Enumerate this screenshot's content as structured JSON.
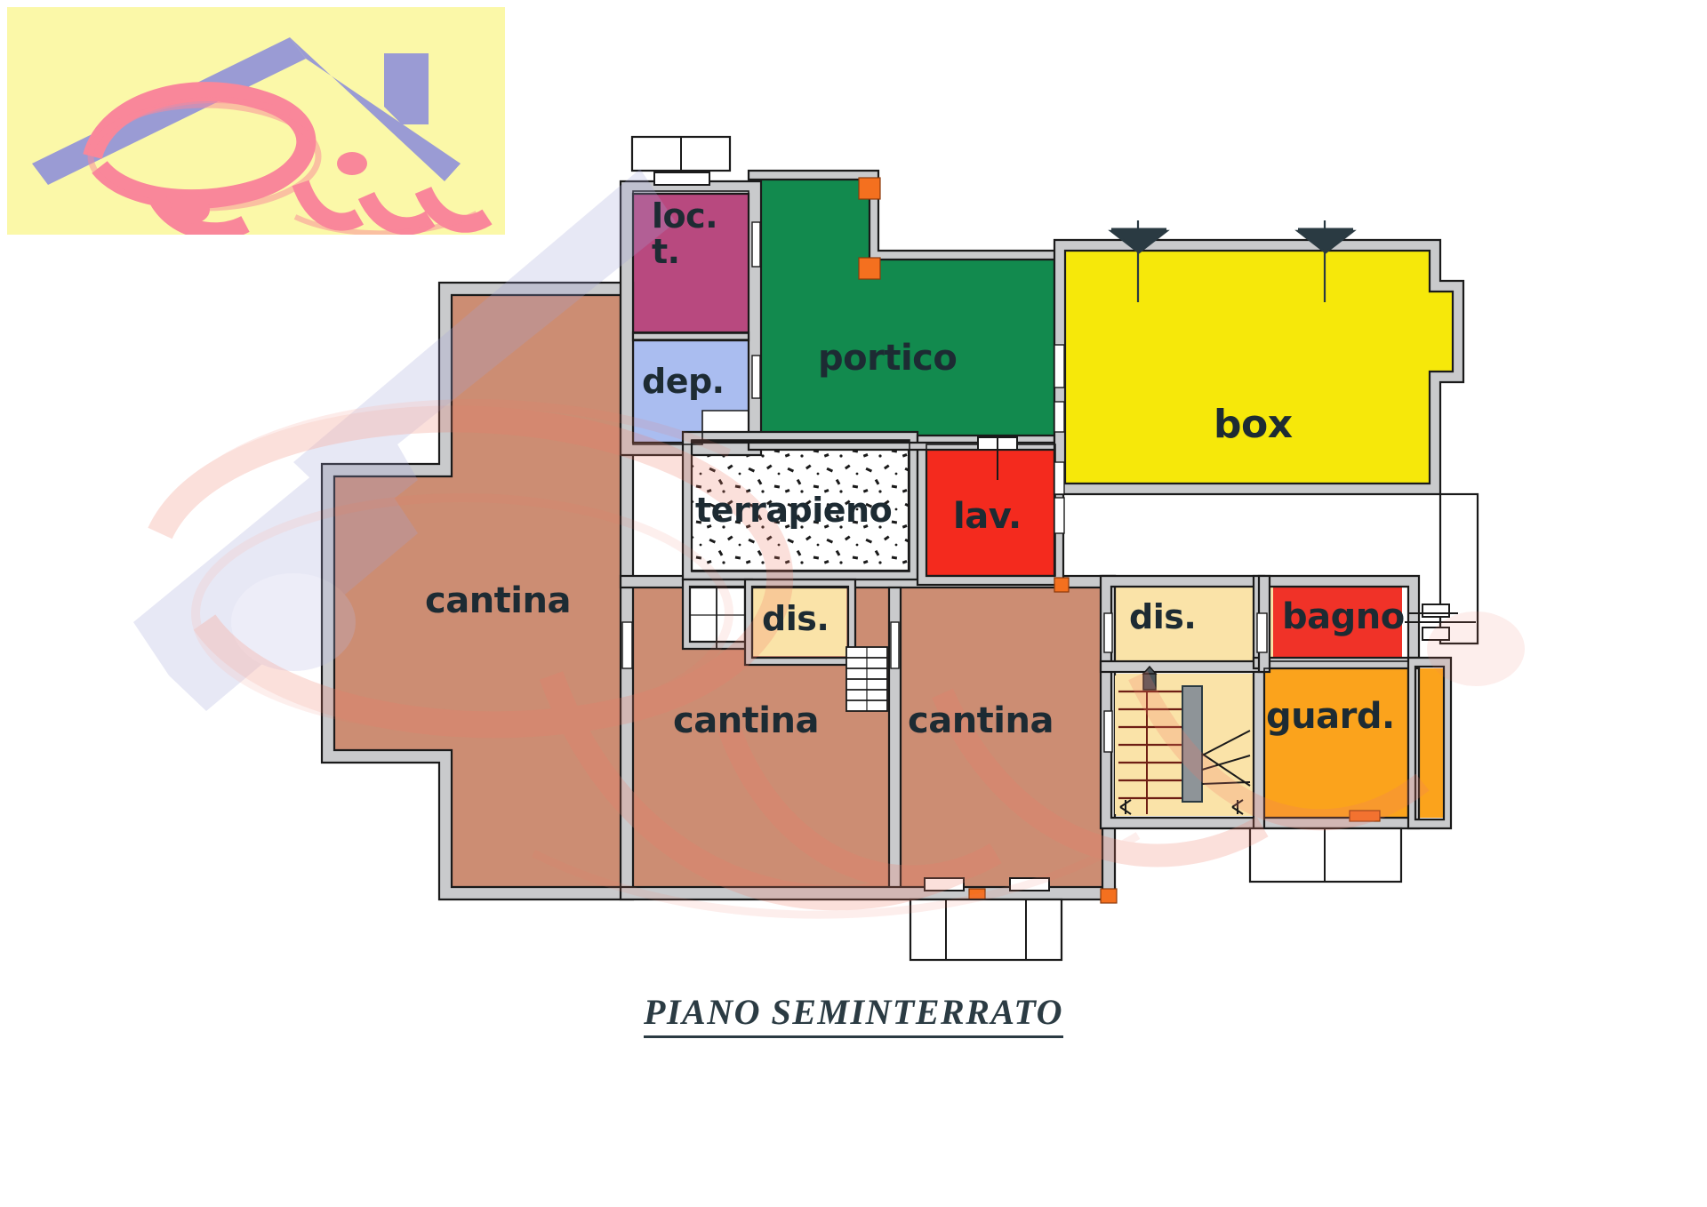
{
  "logo": {
    "brand_text": "Cini",
    "background_color": "#fbf8a8",
    "script_color": "#f9879a",
    "roof_color": "#9a9bd4"
  },
  "watermark": {
    "text": "Cini",
    "script_color": "#f07a68",
    "roof_color": "#a0a2d8"
  },
  "caption": {
    "title": "PIANO SEMINTERRATO"
  },
  "plan": {
    "wall_fill": "#c9cacc",
    "wall_stroke": "#1a1a1a",
    "rooms": [
      {
        "id": "loc-t",
        "label": "loc.\nt.",
        "line1": "loc.",
        "line2": "t.",
        "color": "#b8497f",
        "font_size": 38
      },
      {
        "id": "dep",
        "label": "dep.",
        "line1": "dep.",
        "line2": "",
        "color": "#aabdf0",
        "font_size": 38
      },
      {
        "id": "portico",
        "label": "portico",
        "line1": "portico",
        "line2": "",
        "color": "#128a4e",
        "font_size": 40
      },
      {
        "id": "box",
        "label": "box",
        "line1": "box",
        "line2": "",
        "color": "#f6e80a",
        "font_size": 44
      },
      {
        "id": "terrapieno",
        "label": "terrapieno",
        "line1": "terrapieno",
        "line2": "",
        "color": "#ffffff",
        "font_size": 38
      },
      {
        "id": "lav",
        "label": "lav.",
        "line1": "lav.",
        "line2": "",
        "color": "#f42a1e",
        "font_size": 40
      },
      {
        "id": "cantina-1",
        "label": "cantina",
        "line1": "cantina",
        "line2": "",
        "color": "#cc8d73",
        "font_size": 40
      },
      {
        "id": "cantina-2",
        "label": "cantina",
        "line1": "cantina",
        "line2": "",
        "color": "#cc8d73",
        "font_size": 40
      },
      {
        "id": "cantina-3",
        "label": "cantina",
        "line1": "cantina",
        "line2": "",
        "color": "#cc8d73",
        "font_size": 40
      },
      {
        "id": "dis-center",
        "label": "dis.",
        "line1": "dis.",
        "line2": "",
        "color": "#fae3a8",
        "font_size": 38
      },
      {
        "id": "dis-right",
        "label": "dis.",
        "line1": "dis.",
        "line2": "",
        "color": "#fae3a8",
        "font_size": 38
      },
      {
        "id": "bagno",
        "label": "bagno",
        "line1": "bagno",
        "line2": "",
        "color": "#f03228",
        "font_size": 40
      },
      {
        "id": "guard",
        "label": "guard.",
        "line1": "guard.",
        "line2": "",
        "color": "#fba31c",
        "font_size": 40
      },
      {
        "id": "vano-scala",
        "label": "",
        "line1": "",
        "line2": "",
        "color": "#fae3a8",
        "font_size": 0
      }
    ],
    "markers": {
      "door_marker_color": "#f4701f",
      "stair_line_color": "#6e1e14",
      "north_arrow_color": "#2a3a42"
    }
  }
}
